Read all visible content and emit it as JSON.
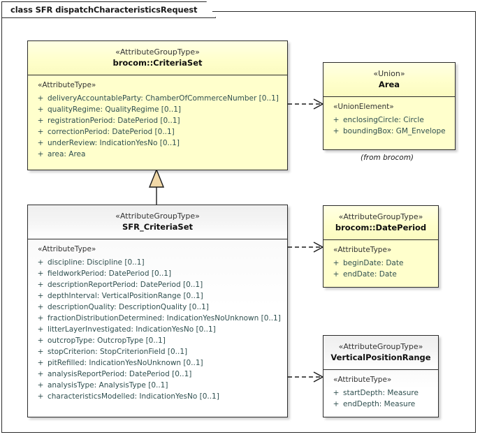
{
  "diagram": {
    "frame_label": "class SFR dispatchCharacteristicsRequest",
    "colors": {
      "class_fill": "#FFFFCC",
      "class_fill_alt": "#FFFFFF",
      "border": "#2B2B2B",
      "attribute_text": "#2F4F4F",
      "generalization_fill": "#F2D9A8"
    }
  },
  "classes": {
    "criteria_set": {
      "stereotype": "«AttributeGroupType»",
      "name": "brocom::CriteriaSet",
      "compartment_stereotype": "«AttributeType»",
      "attributes": [
        {
          "visibility": "+",
          "signature": "deliveryAccountableParty: ChamberOfCommerceNumber [0..1]"
        },
        {
          "visibility": "+",
          "signature": "qualityRegime: QualityRegime [0..1]"
        },
        {
          "visibility": "+",
          "signature": "registrationPeriod: DatePeriod [0..1]"
        },
        {
          "visibility": "+",
          "signature": "correctionPeriod: DatePeriod [0..1]"
        },
        {
          "visibility": "+",
          "signature": "underReview: IndicationYesNo [0..1]"
        },
        {
          "visibility": "+",
          "signature": "area: Area"
        }
      ]
    },
    "area": {
      "stereotype": "«Union»",
      "name": "Area",
      "compartment_stereotype": "«UnionElement»",
      "attributes": [
        {
          "visibility": "+",
          "signature": "enclosingCircle: Circle"
        },
        {
          "visibility": "+",
          "signature": "boundingBox: GM_Envelope"
        }
      ],
      "from_note": "(from brocom)"
    },
    "sfr_criteria_set": {
      "stereotype": "«AttributeGroupType»",
      "name": "SFR_CriteriaSet",
      "compartment_stereotype": "«AttributeType»",
      "attributes": [
        {
          "visibility": "+",
          "signature": "discipline: Discipline [0..1]"
        },
        {
          "visibility": "+",
          "signature": "fieldworkPeriod: DatePeriod [0..1]"
        },
        {
          "visibility": "+",
          "signature": "descriptionReportPeriod: DatePeriod [0..1]"
        },
        {
          "visibility": "+",
          "signature": "depthInterval: VerticalPositionRange [0..1]"
        },
        {
          "visibility": "+",
          "signature": "descriptionQuality: DescriptionQuality [0..1]"
        },
        {
          "visibility": "+",
          "signature": "fractionDistributionDetermined: IndicationYesNoUnknown [0..1]"
        },
        {
          "visibility": "+",
          "signature": "litterLayerInvestigated: IndicationYesNo [0..1]"
        },
        {
          "visibility": "+",
          "signature": "outcropType: OutcropType [0..1]"
        },
        {
          "visibility": "+",
          "signature": "stopCriterion: StopCriterionField [0..1]"
        },
        {
          "visibility": "+",
          "signature": "pitRefilled: IndicationYesNoUnknown [0..1]"
        },
        {
          "visibility": "+",
          "signature": "analysisReportPeriod: DatePeriod [0..1]"
        },
        {
          "visibility": "+",
          "signature": "analysisType: AnalysisType [0..1]"
        },
        {
          "visibility": "+",
          "signature": "characteristicsModelled: IndicationYesNo [0..1]"
        }
      ]
    },
    "date_period": {
      "stereotype": "«AttributeGroupType»",
      "name": "brocom::DatePeriod",
      "compartment_stereotype": "«AttributeType»",
      "attributes": [
        {
          "visibility": "+",
          "signature": "beginDate: Date"
        },
        {
          "visibility": "+",
          "signature": "endDate: Date"
        }
      ]
    },
    "vertical_position_range": {
      "stereotype": "«AttributeGroupType»",
      "name": "VerticalPositionRange",
      "compartment_stereotype": "«AttributeType»",
      "attributes": [
        {
          "visibility": "+",
          "signature": "startDepth: Measure"
        },
        {
          "visibility": "+",
          "signature": "endDepth: Measure"
        }
      ]
    }
  },
  "connectors": [
    {
      "kind": "generalization",
      "from": "SFR_CriteriaSet",
      "to": "brocom::CriteriaSet"
    },
    {
      "kind": "dependency",
      "from": "brocom::CriteriaSet",
      "to": "Area"
    },
    {
      "kind": "dependency",
      "from": "SFR_CriteriaSet",
      "to": "brocom::DatePeriod"
    },
    {
      "kind": "dependency",
      "from": "SFR_CriteriaSet",
      "to": "VerticalPositionRange"
    }
  ]
}
